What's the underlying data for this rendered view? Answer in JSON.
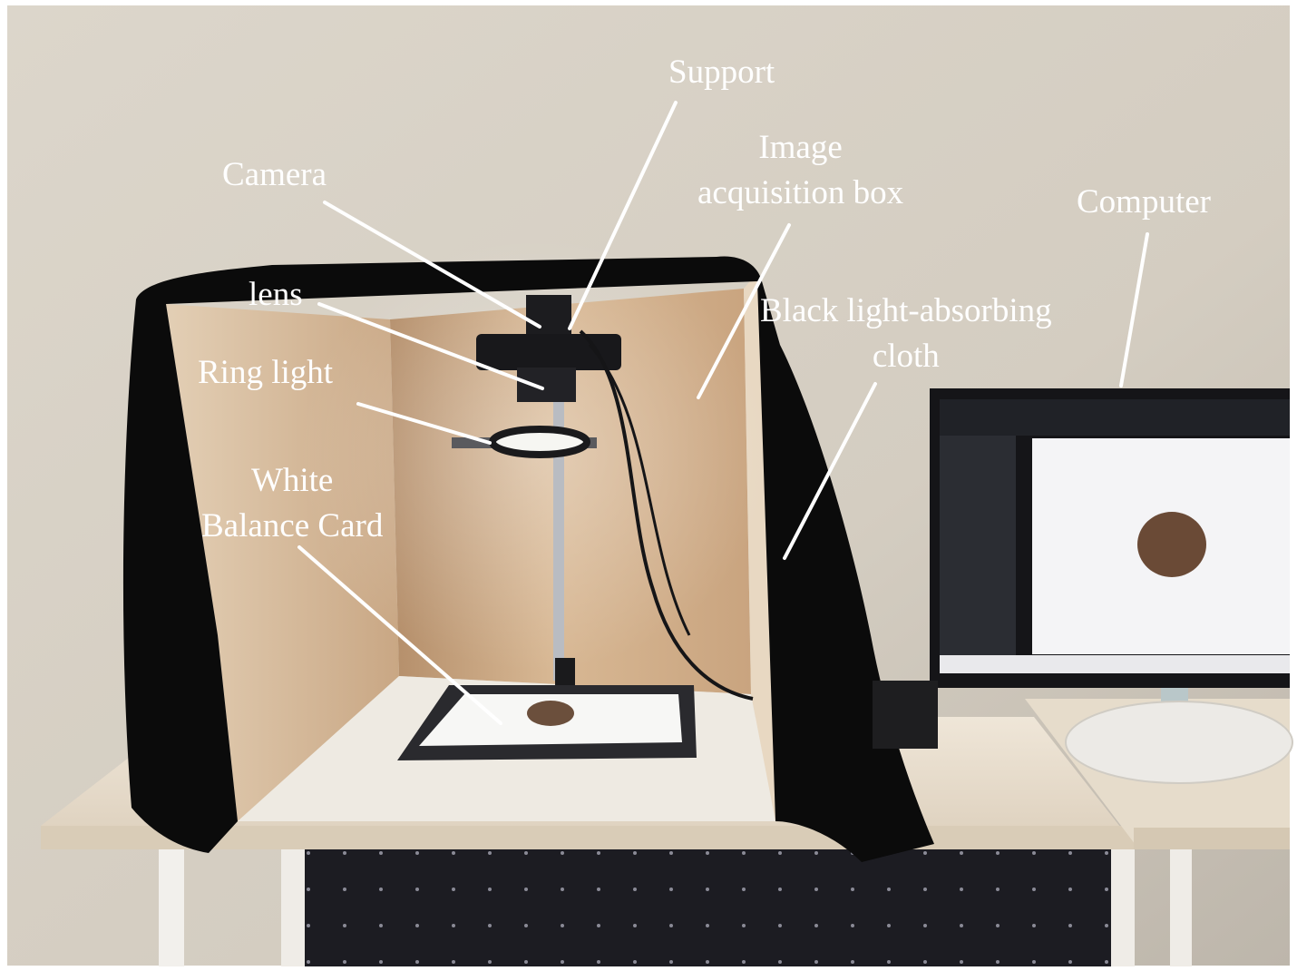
{
  "annotations": {
    "support": "Support",
    "image_box_line1": "Image",
    "image_box_line2": "acquisition box",
    "camera": "Camera",
    "computer": "Computer",
    "lens": "lens",
    "cloth_line1": "Black light-absorbing",
    "cloth_line2": "cloth",
    "ring_light": "Ring light",
    "white_card_line1": "White",
    "white_card_line2": "Balance Card"
  },
  "colors": {
    "wall": "#d8d2c7",
    "cardboard": "#c7a27c",
    "black_cloth": "#0b0b0b",
    "desk_top": "#e7dccb",
    "label_text": "#ffffff"
  }
}
